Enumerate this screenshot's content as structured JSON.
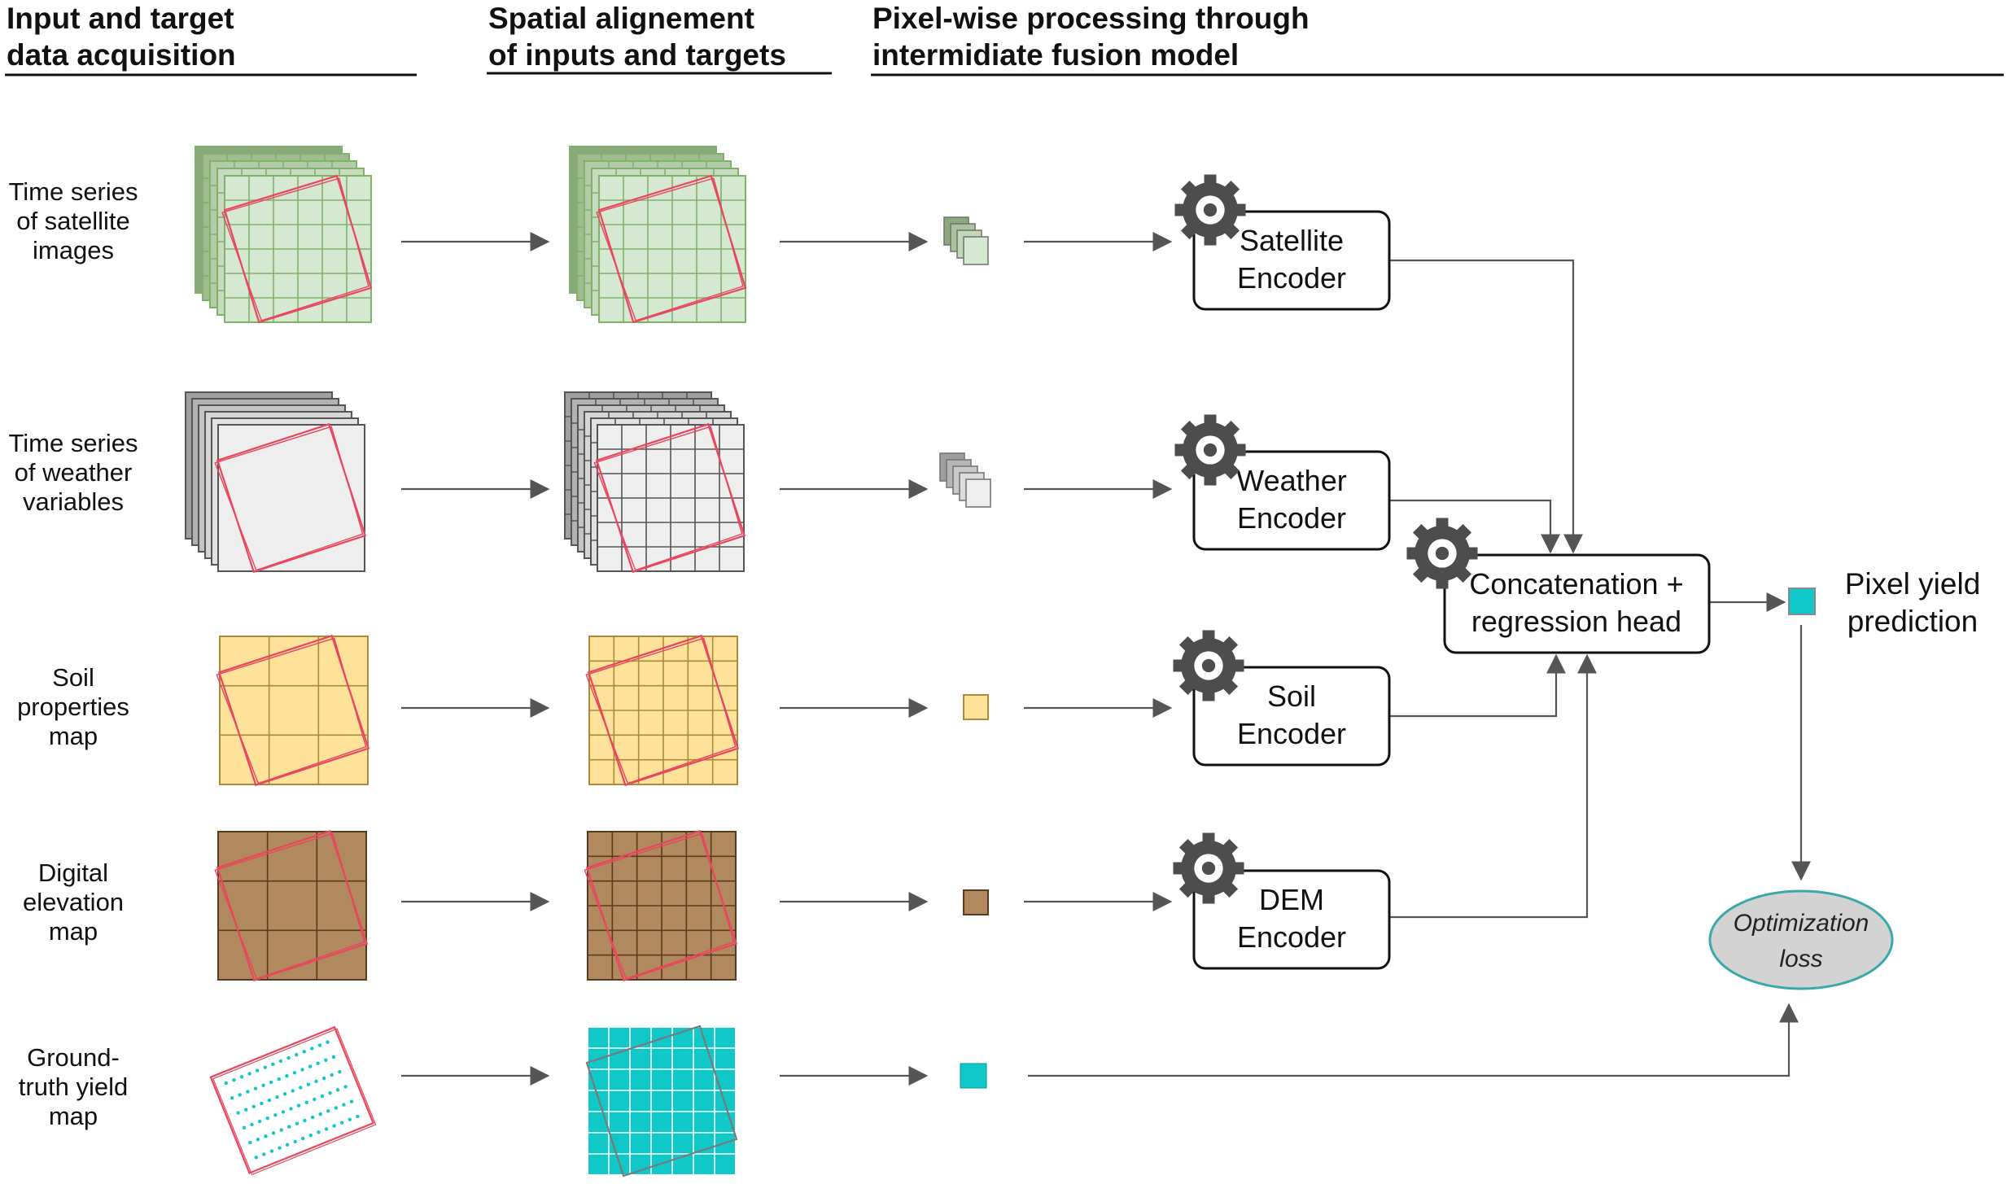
{
  "headers": {
    "acquisition": [
      "Input and target",
      "data acquisition"
    ],
    "alignment": [
      "Spatial alignement",
      "of inputs and targets"
    ],
    "processing": [
      "Pixel-wise processing through",
      "intermidiate fusion model"
    ]
  },
  "rows": [
    {
      "label": [
        "Time series",
        "of satellite",
        "images"
      ]
    },
    {
      "label": [
        "Time series",
        "of weather",
        "variables"
      ]
    },
    {
      "label": [
        "Soil",
        "properties",
        "map"
      ]
    },
    {
      "label": [
        "Digital",
        "elevation",
        "map"
      ]
    },
    {
      "label": [
        "Ground-",
        "truth yield",
        "map"
      ]
    }
  ],
  "encoders": [
    {
      "name": [
        "Satellite",
        "Encoder"
      ]
    },
    {
      "name": [
        "Weather",
        "Encoder"
      ]
    },
    {
      "name": [
        "Soil",
        "Encoder"
      ]
    },
    {
      "name": [
        "DEM",
        "Encoder"
      ]
    }
  ],
  "fusion_head": [
    "Concatenation +",
    "regression head"
  ],
  "output": [
    "Pixel yield",
    "prediction"
  ],
  "loss": [
    "Optimization",
    "loss"
  ],
  "colors": {
    "satellite": "#d5e8d0",
    "satellite_dark": "#8aa87c",
    "weather": "#eeeeee",
    "weather_dark": "#a6a6a6",
    "soil": "#ffe29a",
    "dem": "#b08a5e",
    "yield": "#10c8c8",
    "field_outline": "#e8475f",
    "gear": "#4d4d4d",
    "loss_fill": "#d3d3d3",
    "loss_stroke": "#3aa8a8"
  },
  "icons": [
    "gear-icon"
  ]
}
